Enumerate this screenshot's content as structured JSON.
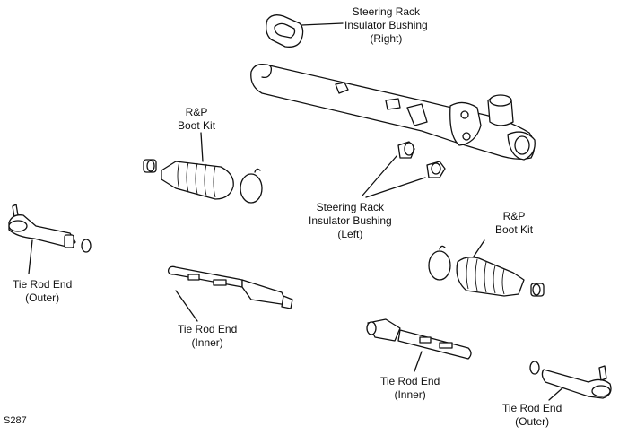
{
  "labels": {
    "bushing_right": [
      "Steering Rack",
      "Insulator Bushing",
      "(Right)"
    ],
    "boot_kit_left": [
      "R&P",
      "Boot Kit"
    ],
    "bushing_left": [
      "Steering Rack",
      "Insulator Bushing",
      "(Left)"
    ],
    "boot_kit_right": [
      "R&P",
      "Boot Kit"
    ],
    "tie_rod_outer_left": [
      "Tie Rod End",
      "(Outer)"
    ],
    "tie_rod_inner_left": [
      "Tie Rod End",
      "(Inner)"
    ],
    "tie_rod_inner_right": [
      "Tie Rod End",
      "(Inner)"
    ],
    "tie_rod_outer_right": [
      "Tie Rod End",
      "(Outer)"
    ]
  },
  "figure_id": "S287"
}
